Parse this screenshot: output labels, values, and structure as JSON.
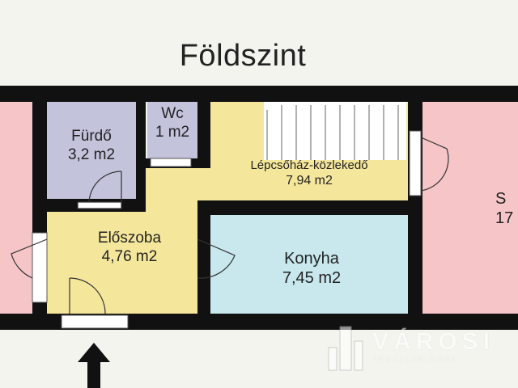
{
  "title": "Földszint",
  "rooms": {
    "furdo": {
      "name": "Fürdő",
      "area": "3,2 m2"
    },
    "wc": {
      "name": "Wc",
      "area": "1 m2"
    },
    "lepcsohaz": {
      "name": "Lépcsőház-közlekedő",
      "area": "7,94 m2"
    },
    "eloszoba": {
      "name": "Előszoba",
      "area": "4,76 m2"
    },
    "konyha": {
      "name": "Konyha",
      "area": "7,45 m2"
    },
    "right_room": {
      "name": "S",
      "area": "17"
    }
  },
  "logo": {
    "text": "VÁROSI",
    "subtext": "INGATLANIRODA"
  },
  "colors": {
    "wall": "#111111",
    "bath": "#c3c3dc",
    "hall": "#f4e79c",
    "kitchen": "#c8e8ee",
    "side_rooms": "#f6c5c8",
    "background": "#f4f4ef"
  },
  "icons": [
    "stairs-icon",
    "door-icon",
    "window-icon",
    "entrance-arrow-icon",
    "logo-icon"
  ]
}
